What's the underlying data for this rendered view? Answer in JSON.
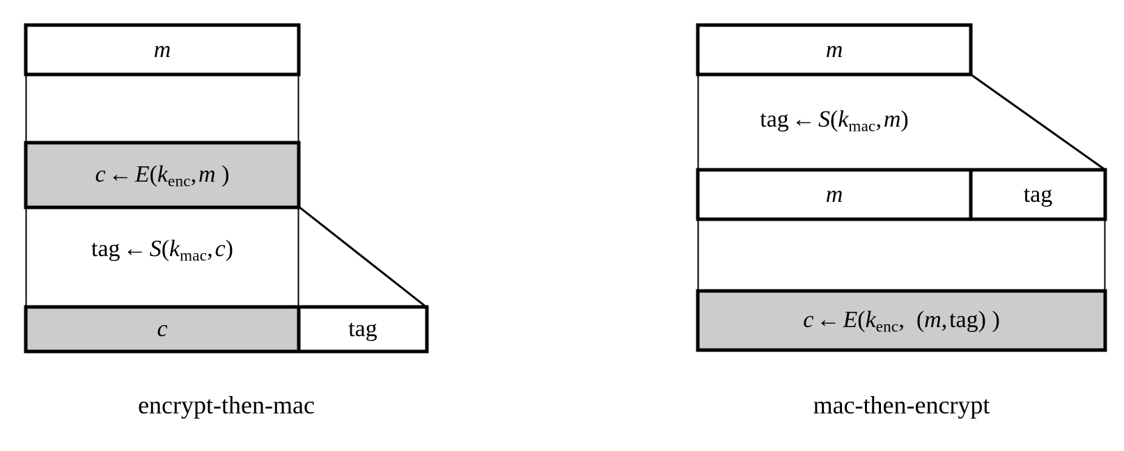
{
  "figure": {
    "type": "diagram",
    "description": "Two authenticated-encryption constructions shown as stacked data-layout boxes",
    "background_color": "#ffffff",
    "line_color": "#000000",
    "shaded_fill": "#cccccc",
    "unshaded_fill": "#ffffff"
  },
  "panels": [
    {
      "id": "encrypt-then-mac",
      "caption": "encrypt-then-mac",
      "rows": [
        {
          "id": "etm-row-message",
          "role": "input",
          "shaded": false,
          "cells": [
            {
              "id": "etm-cell-m",
              "label": "m",
              "style": "math",
              "shaded": false
            }
          ]
        },
        {
          "id": "etm-row-encrypt",
          "role": "operation",
          "shaded": true,
          "cells": [
            {
              "id": "etm-cell-encrypt",
              "label": "c ← E(k_enc, m )",
              "style": "expression",
              "shaded": true,
              "tokens": [
                {
                  "t": "c",
                  "k": "math"
                },
                {
                  "t": "←",
                  "k": "arrow"
                },
                {
                  "t": "E",
                  "k": "math"
                },
                {
                  "t": "(",
                  "k": "upright"
                },
                {
                  "t": "k",
                  "k": "math"
                },
                {
                  "t": "enc",
                  "k": "subscript"
                },
                {
                  "t": ",",
                  "k": "upright"
                },
                {
                  "t": "m",
                  "k": "math"
                },
                {
                  "t": " )",
                  "k": "upright"
                }
              ]
            }
          ]
        },
        {
          "id": "etm-row-mac",
          "role": "operation",
          "shaded": false,
          "cells": [
            {
              "id": "etm-cell-mac",
              "label": "tag ← S(k_mac, c)",
              "style": "expression",
              "shaded": false,
              "tokens": [
                {
                  "t": "tag",
                  "k": "upright"
                },
                {
                  "t": "←",
                  "k": "arrow"
                },
                {
                  "t": "S",
                  "k": "math"
                },
                {
                  "t": "(",
                  "k": "upright"
                },
                {
                  "t": "k",
                  "k": "math"
                },
                {
                  "t": "mac",
                  "k": "subscript"
                },
                {
                  "t": ",",
                  "k": "upright"
                },
                {
                  "t": "c",
                  "k": "math"
                },
                {
                  "t": ")",
                  "k": "upright"
                }
              ]
            }
          ]
        },
        {
          "id": "etm-row-output",
          "role": "output",
          "shaded": false,
          "cells": [
            {
              "id": "etm-cell-c",
              "label": "c",
              "style": "math",
              "shaded": true
            },
            {
              "id": "etm-cell-tag",
              "label": "tag",
              "style": "upright",
              "shaded": false
            }
          ]
        }
      ]
    },
    {
      "id": "mac-then-encrypt",
      "caption": "mac-then-encrypt",
      "rows": [
        {
          "id": "mte-row-message",
          "role": "input",
          "shaded": false,
          "cells": [
            {
              "id": "mte-cell-m",
              "label": "m",
              "style": "math",
              "shaded": false
            }
          ]
        },
        {
          "id": "mte-row-mac",
          "role": "operation",
          "shaded": false,
          "cells": [
            {
              "id": "mte-cell-mac",
              "label": "tag ← S(k_mac, m)",
              "style": "expression",
              "shaded": false,
              "tokens": [
                {
                  "t": "tag",
                  "k": "upright"
                },
                {
                  "t": "←",
                  "k": "arrow"
                },
                {
                  "t": "S",
                  "k": "math"
                },
                {
                  "t": "(",
                  "k": "upright"
                },
                {
                  "t": "k",
                  "k": "math"
                },
                {
                  "t": "mac",
                  "k": "subscript"
                },
                {
                  "t": ",",
                  "k": "upright"
                },
                {
                  "t": "m",
                  "k": "math"
                },
                {
                  "t": ")",
                  "k": "upright"
                }
              ]
            }
          ]
        },
        {
          "id": "mte-row-intermediate",
          "role": "intermediate",
          "shaded": false,
          "cells": [
            {
              "id": "mte-cell-m2",
              "label": "m",
              "style": "math",
              "shaded": false
            },
            {
              "id": "mte-cell-tag",
              "label": "tag",
              "style": "upright",
              "shaded": false
            }
          ]
        },
        {
          "id": "mte-row-encrypt",
          "role": "operation",
          "shaded": true,
          "cells": [
            {
              "id": "mte-cell-encrypt",
              "label": "c ← E(k_enc,  (m, tag) )",
              "style": "expression",
              "shaded": true,
              "tokens": [
                {
                  "t": "c",
                  "k": "math"
                },
                {
                  "t": "←",
                  "k": "arrow"
                },
                {
                  "t": "E",
                  "k": "math"
                },
                {
                  "t": "(",
                  "k": "upright"
                },
                {
                  "t": "k",
                  "k": "math"
                },
                {
                  "t": "enc",
                  "k": "subscript"
                },
                {
                  "t": ",",
                  "k": "upright"
                },
                {
                  "t": "(",
                  "k": "upright"
                },
                {
                  "t": "m",
                  "k": "math"
                },
                {
                  "t": ",",
                  "k": "upright"
                },
                {
                  "t": "tag",
                  "k": "upright"
                },
                {
                  "t": ")",
                  "k": "upright"
                },
                {
                  "t": " )",
                  "k": "upright"
                }
              ]
            }
          ]
        }
      ]
    }
  ],
  "labels": {
    "m": "m",
    "tag": "tag",
    "c": "c",
    "E": "E",
    "S": "S",
    "k": "k",
    "sub_enc": "enc",
    "sub_mac": "mac",
    "arrow": "←",
    "lparen": "(",
    "rparen": ")",
    "comma": ",",
    "rparen_spaced": " )"
  },
  "captions": {
    "left": "encrypt-then-mac",
    "right": "mac-then-encrypt"
  }
}
